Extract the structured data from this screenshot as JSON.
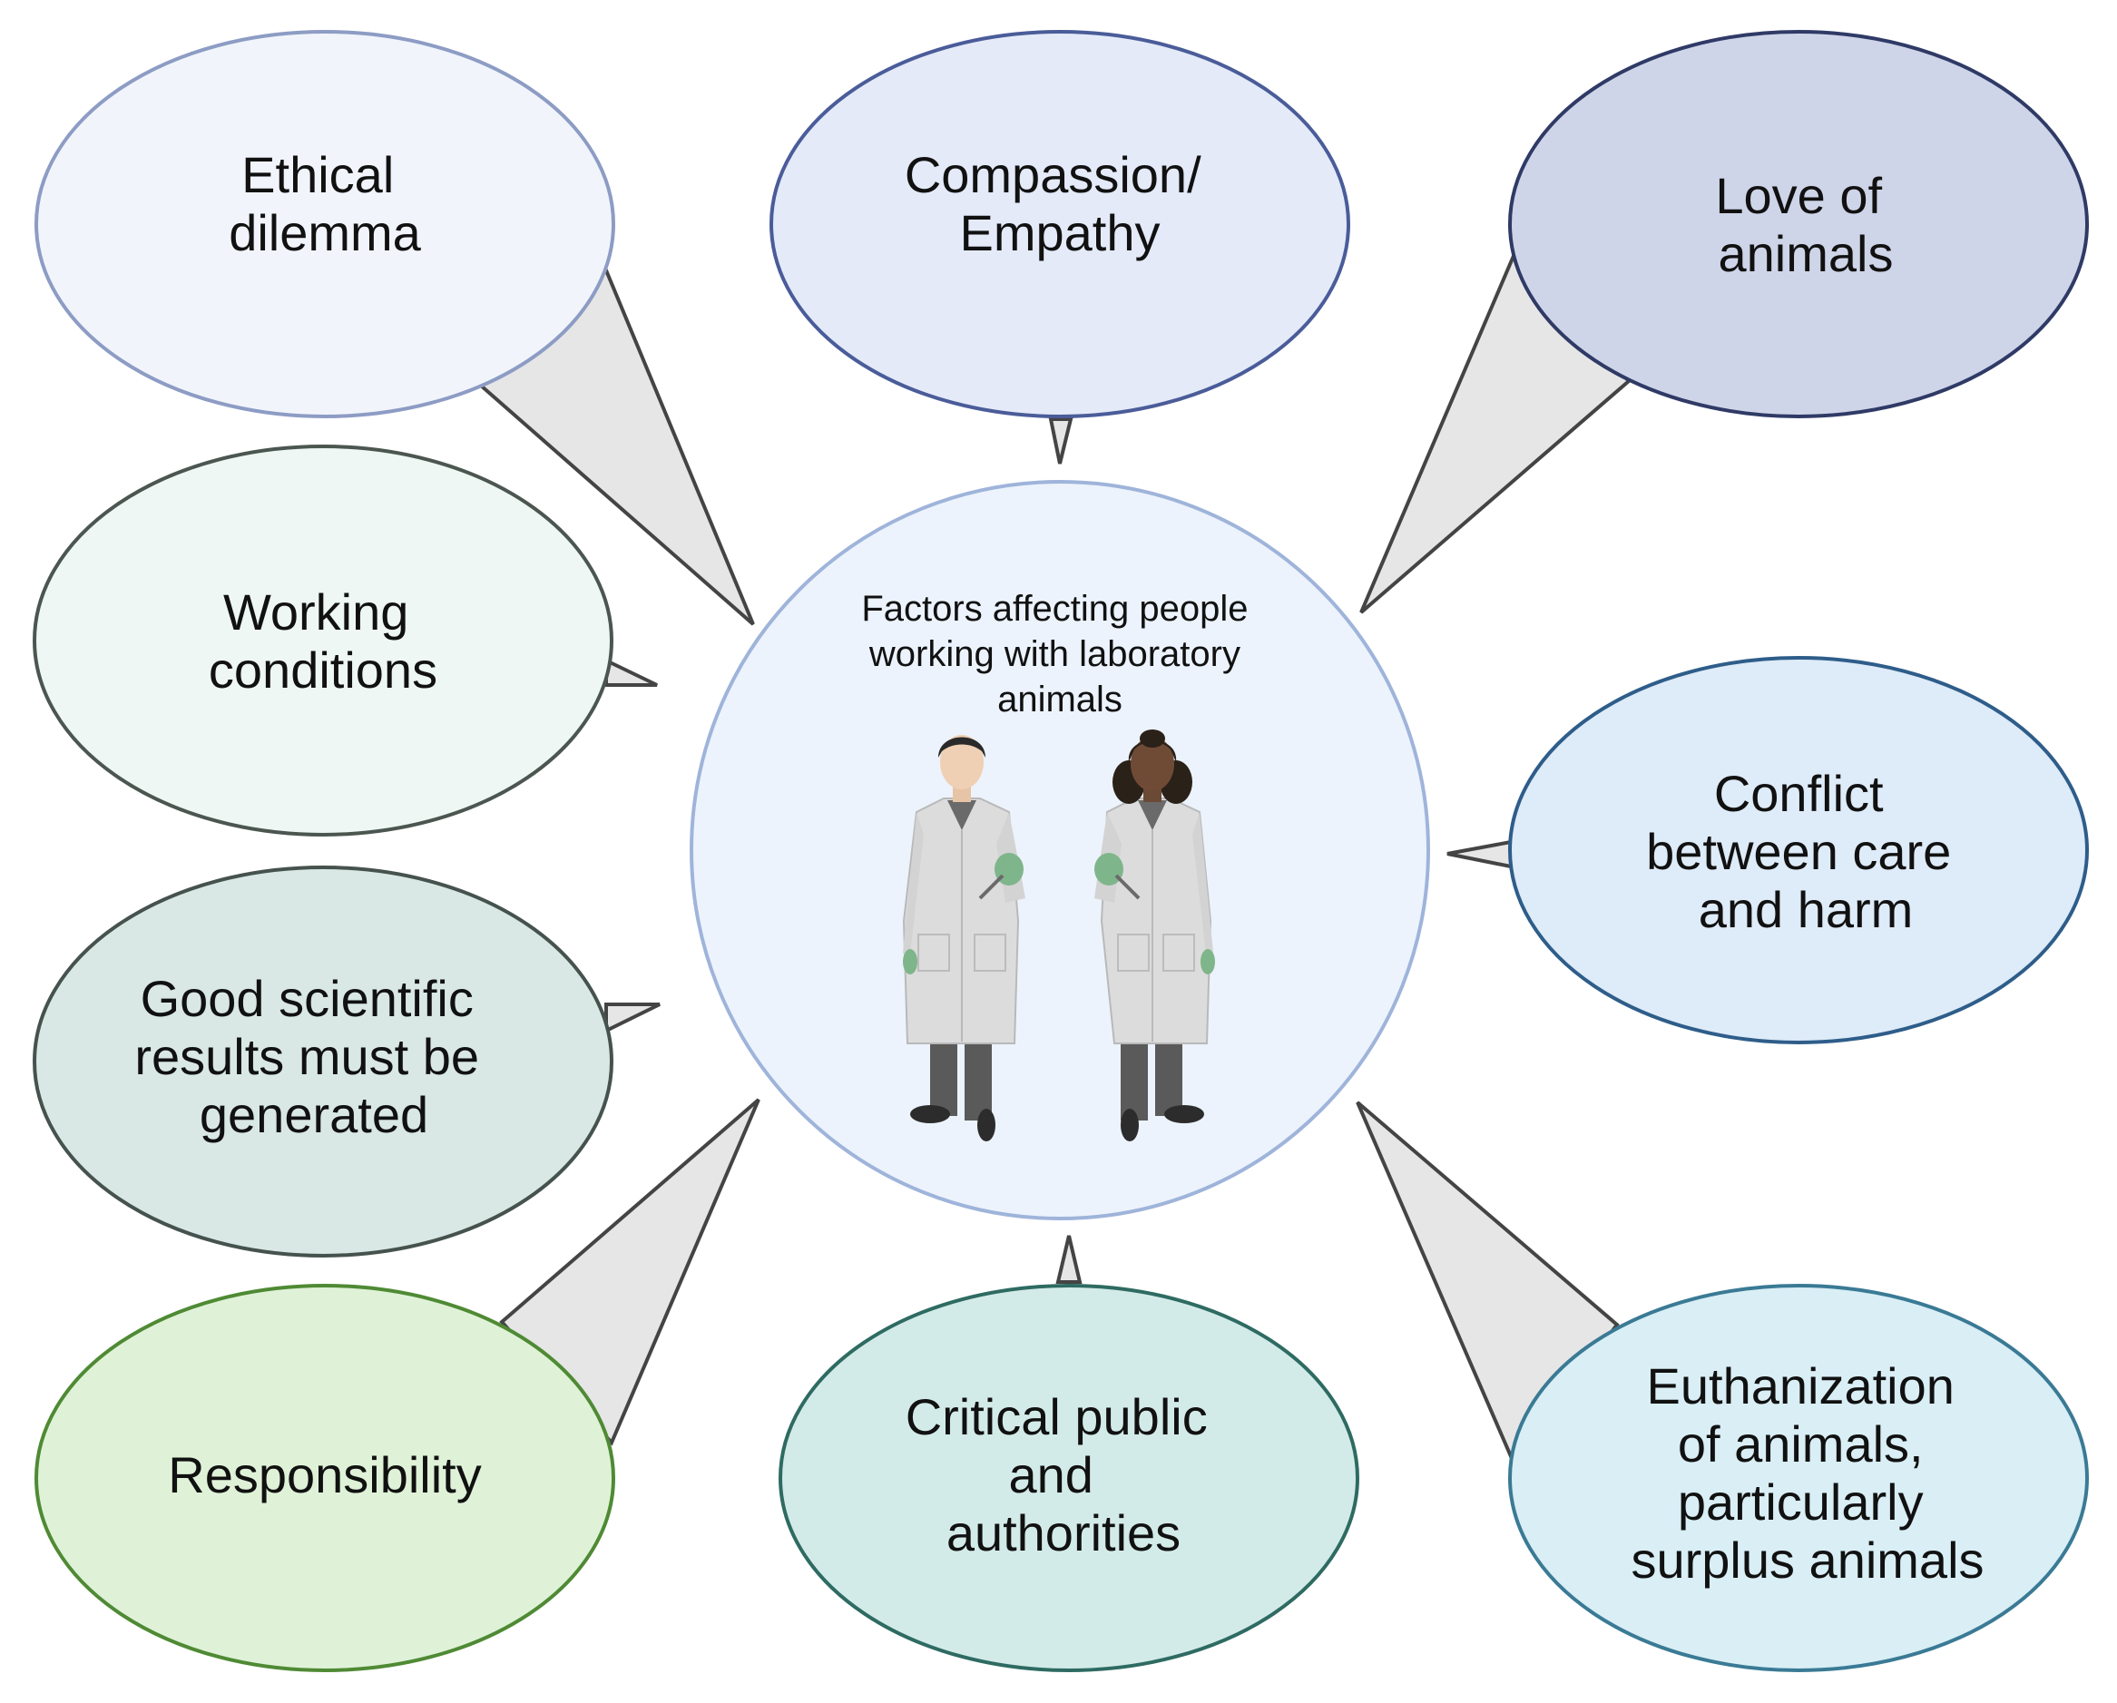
{
  "center": {
    "title_lines": [
      "Factors affecting people",
      "working with laboratory",
      "animals"
    ],
    "fill": "#ecf3fc",
    "stroke": "#9fb4da",
    "figures": [
      "male-scientist-icon",
      "female-scientist-icon"
    ]
  },
  "factors": [
    {
      "id": "ethical-dilemma",
      "lines": [
        "Ethical",
        "dilemma"
      ],
      "fill": "#f1f5fb",
      "stroke": "#8d9cc4"
    },
    {
      "id": "compassion-empathy",
      "lines": [
        "Compassion/",
        "Empathy"
      ],
      "fill": "#e4eaf8",
      "stroke": "#4a5c99"
    },
    {
      "id": "love-of-animals",
      "lines": [
        "Love of",
        "animals"
      ],
      "fill": "#cfd5e8",
      "stroke": "#2f3a66"
    },
    {
      "id": "working-conditions",
      "lines": [
        "Working",
        "conditions"
      ],
      "fill": "#eef7f4",
      "stroke": "#4b5650"
    },
    {
      "id": "conflict-care-harm",
      "lines": [
        "Conflict",
        "between care",
        "and harm"
      ],
      "fill": "#deebf8",
      "stroke": "#2e5d8a"
    },
    {
      "id": "good-scientific-results",
      "lines": [
        "Good scientific",
        "results must be",
        "generated"
      ],
      "fill": "#d9e8e5",
      "stroke": "#45524d"
    },
    {
      "id": "responsibility",
      "lines": [
        "Responsibility"
      ],
      "fill": "#dff2d8",
      "stroke": "#4f8a34"
    },
    {
      "id": "critical-public",
      "lines": [
        "Critical public",
        "and",
        "authorities"
      ],
      "fill": "#d3ebe8",
      "stroke": "#2e6b62"
    },
    {
      "id": "euthanization",
      "lines": [
        "Euthanization",
        "of animals,",
        "particularly",
        "surplus animals"
      ],
      "fill": "#d9eef5",
      "stroke": "#3a7a95"
    }
  ]
}
